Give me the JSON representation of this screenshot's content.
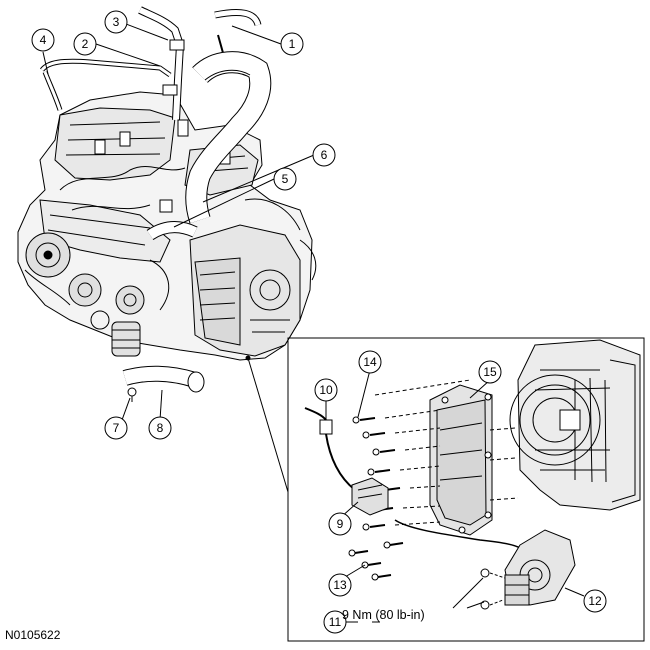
{
  "figure_id": "N0105622",
  "callouts": [
    {
      "id": "1",
      "label": "1"
    },
    {
      "id": "2",
      "label": "2"
    },
    {
      "id": "3",
      "label": "3"
    },
    {
      "id": "4",
      "label": "4"
    },
    {
      "id": "5",
      "label": "5"
    },
    {
      "id": "6",
      "label": "6"
    },
    {
      "id": "7",
      "label": "7"
    },
    {
      "id": "8",
      "label": "8"
    },
    {
      "id": "9",
      "label": "9"
    },
    {
      "id": "10",
      "label": "10"
    },
    {
      "id": "11",
      "label": "11"
    },
    {
      "id": "12",
      "label": "12"
    },
    {
      "id": "13",
      "label": "13"
    },
    {
      "id": "14",
      "label": "14"
    },
    {
      "id": "15",
      "label": "15"
    }
  ],
  "torque_spec": "9 Nm (80 lb-in)",
  "colors": {
    "line": "#000000",
    "background": "#ffffff",
    "shade": "#d9d9d9"
  }
}
